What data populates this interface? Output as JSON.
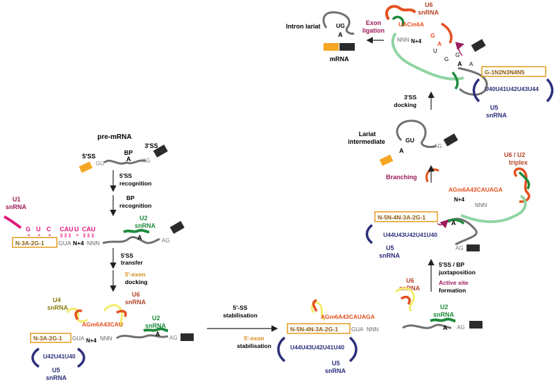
{
  "labels": {
    "pre_mrna": "pre-mRNA",
    "ss5": "5'SS",
    "ss3": "3'SS",
    "bp": "BP",
    "gu": "GU",
    "ag": "AG",
    "a": "A",
    "step_5ss_recog_1": "5'SS",
    "step_5ss_recog_2": "recognition",
    "step_bp_recog_1": "BP",
    "step_bp_recog_2": "recognition",
    "u1_1": "U1",
    "u1_2": "snRNA",
    "u2_1": "U2",
    "u2_2": "snRNA",
    "u4_1": "U4",
    "u4_2": "snRNA",
    "u5_1": "U5",
    "u5_2": "snRNA",
    "u6_1": "U6",
    "u6_2": "snRNA",
    "u1_pairs": [
      "G",
      "U",
      "C",
      "CAU",
      "U",
      "CAU"
    ],
    "exon_box_left": "N-3A-2G-1",
    "gua": "GUA",
    "n4": "N+4",
    "nnn": "NNN",
    "step_5ss_transfer_1": "5'SS",
    "step_5ss_transfer_2": "transfer",
    "step_exon_dock_1": "5'-exon",
    "step_exon_dock_2": "docking",
    "u6_seq_left": "AGm6A43CAU",
    "u5_seq_left": "U42U41U40",
    "step_stab_1": "5'-SS",
    "step_stab_2": "stabilisation",
    "step_exon_stab_1": "5'-exon",
    "step_exon_stab_2": "stabilisation",
    "exon_box_mid": "N-5N-4N-3A-2G-1",
    "u6_seq_mid": "AGm6A43CAUAGA",
    "u5_seq_mid": "U44U43U42U41U40",
    "step_juxta_1": "5'SS / BP",
    "step_juxta_2": "juxtaposition",
    "step_active_1": "Active site",
    "step_active_2": "formation",
    "triplex_1": "U6 / U2",
    "triplex_2": "triplex",
    "branching": "Branching",
    "lariat_int_1": "Lariat",
    "lariat_int_2": "intermediate",
    "step_3ss_dock_1": "3'SS",
    "step_3ss_dock_2": "docking",
    "exon_box_top": "G-1N2N3N4N5",
    "u5_seq_top": "U40U41U42U43U44",
    "u6_seq_top": "UACm6A",
    "exon_ligation_1": "Exon",
    "exon_ligation_2": "ligation",
    "intron_lariat": "Intron lariat",
    "mrna": "mRNA",
    "ug": "UG"
  },
  "colors": {
    "exon": "#f5a623",
    "exon_box": "#e69a1a",
    "intron": "#707070",
    "dark_exon": "#2b2b2b",
    "u1": "#e0197d",
    "u1_light": "#f48cc0",
    "u2": "#1e8a3c",
    "u2_light": "#8fd4a3",
    "u4": "#f3ec6a",
    "u5": "#2b2f7a",
    "u6": "#e4501e",
    "u6_dark": "#b5442a",
    "accent": "#9c1a5c"
  }
}
